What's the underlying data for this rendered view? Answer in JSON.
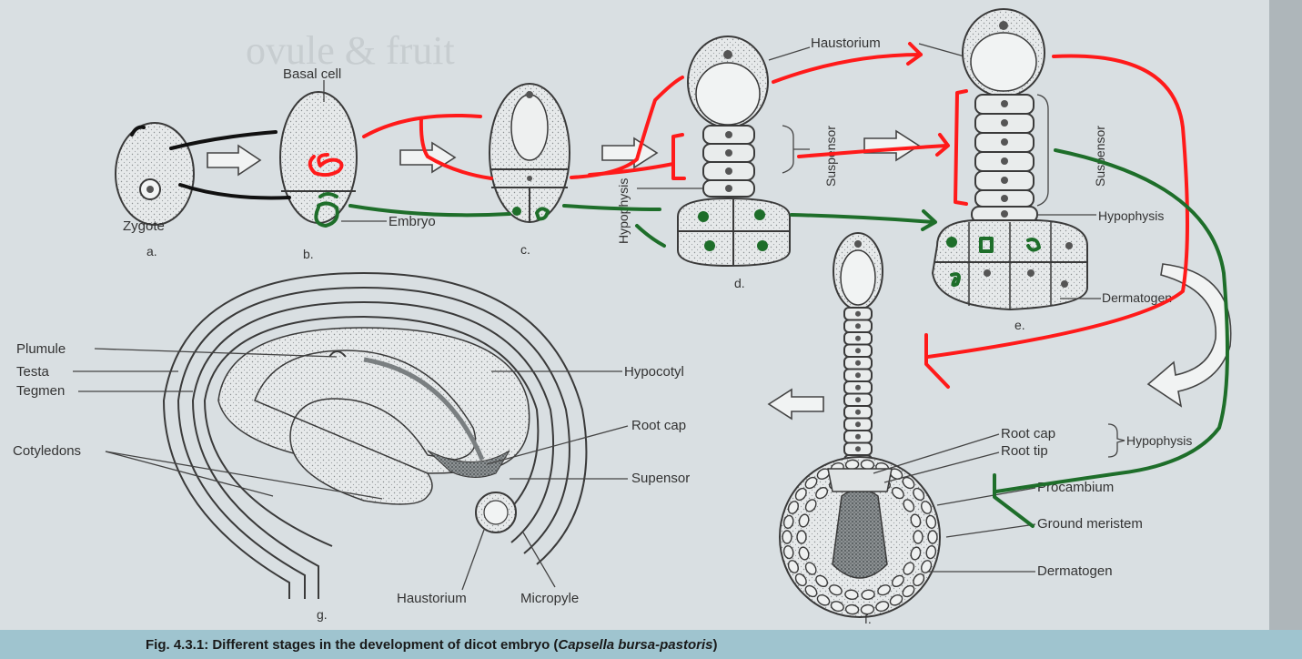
{
  "figure": {
    "caption_prefix": "Fig. 4.3.1: Different stages in the development of dicot embryo (",
    "caption_italic": "Capsella bursa-pastoris",
    "caption_suffix": ")",
    "watermark": "ovule & fruit"
  },
  "stages": {
    "a": "a.",
    "b": "b.",
    "c": "c.",
    "d": "d.",
    "e": "e.",
    "f": "f.",
    "g": "g."
  },
  "labels": {
    "zygote": "Zygote",
    "basal_cell": "Basal cell",
    "embryo": "Embryo",
    "hypophysis_d": "Hypophysis",
    "haustorium_top": "Haustorium",
    "suspensor_d": "Suspensor",
    "suspensor_e": "Suspensor",
    "hypophysis_e": "Hypophysis",
    "dermatogen_e": "Dermatogen",
    "plumule": "Plumule",
    "testa": "Testa",
    "tegmen": "Tegmen",
    "cotyledons": "Cotyledons",
    "hypocotyl": "Hypocotyl",
    "root_cap_g": "Root cap",
    "supensor_g": "Supensor",
    "haustorium_g": "Haustorium",
    "micropyle": "Micropyle",
    "root_cap_f": "Root cap",
    "root_tip_f": "Root tip",
    "hypophysis_f": "Hypophysis",
    "procambium": "Procambium",
    "ground_meristem": "Ground meristem",
    "dermatogen_f": "Dermatogen"
  },
  "colors": {
    "annotation_red": "#ff1a1a",
    "annotation_green": "#1e6e2a",
    "annotation_black": "#111111",
    "page": "#cfd5d8",
    "caption_bar": "#9fc4cf"
  }
}
